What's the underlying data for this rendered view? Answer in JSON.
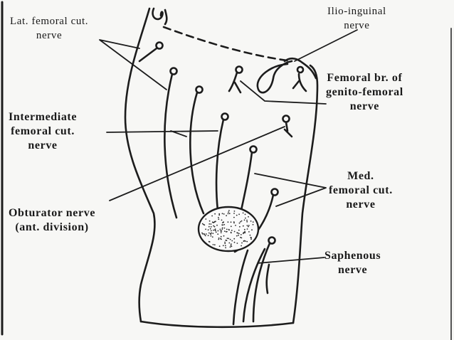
{
  "labels": {
    "lat_femoral": [
      "Lat. femoral cut.",
      "nerve"
    ],
    "ilio_inguinal": [
      "Ilio-inguinal",
      "nerve"
    ],
    "femoral_br": [
      "Femoral br. of",
      "genito-femoral",
      "nerve"
    ],
    "intermediate": [
      "Intermediate",
      "femoral cut.",
      "nerve"
    ],
    "med_femoral": [
      "Med.",
      "femoral cut.",
      "nerve"
    ],
    "obturator": [
      "Obturator nerve",
      "(ant. division)"
    ],
    "saphenous": [
      "Saphenous",
      "nerve"
    ]
  }
}
